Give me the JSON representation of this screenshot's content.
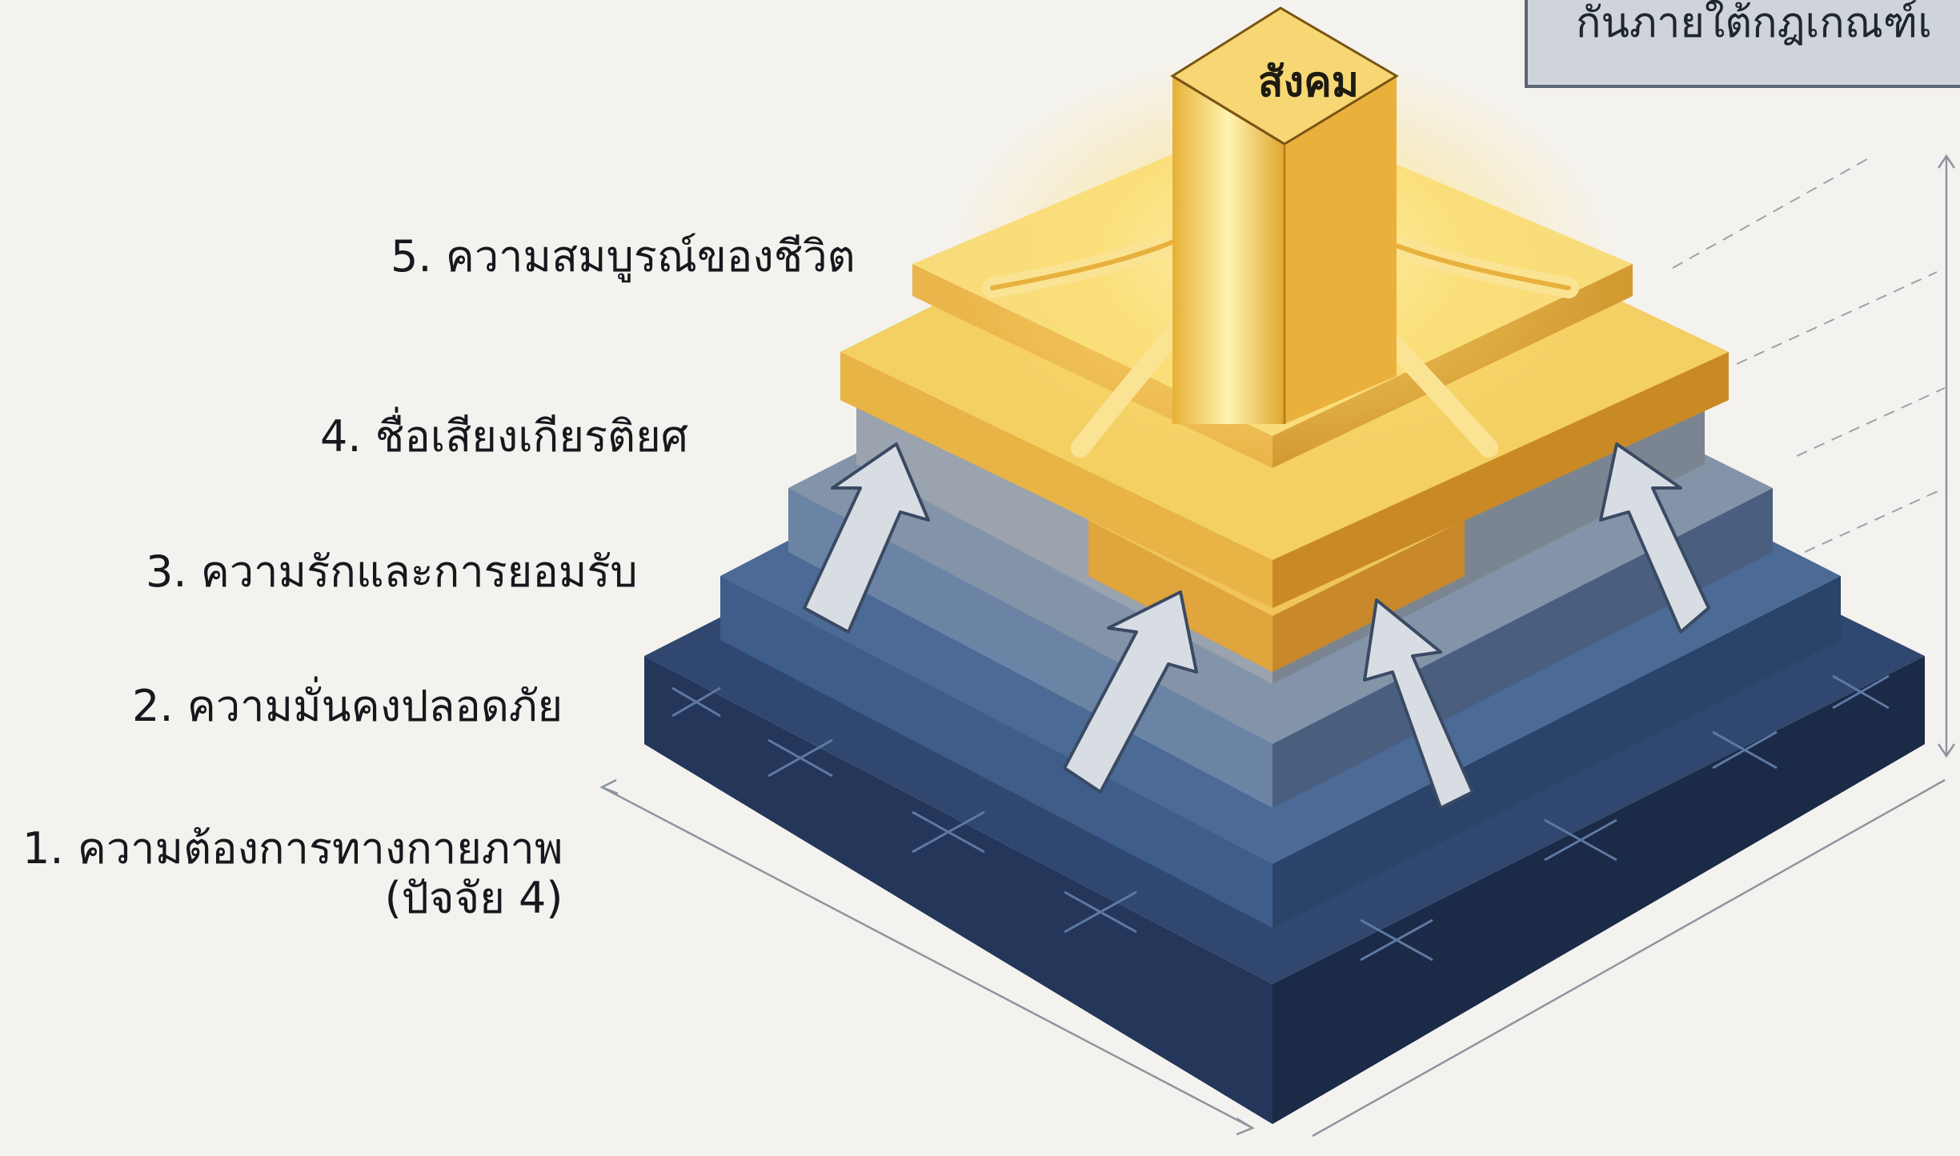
{
  "diagram": {
    "top_label": "สังคม",
    "levels": [
      {
        "number": "5.",
        "label": "ความสมบูรณ์ของชีวิต"
      },
      {
        "number": "4.",
        "label": "ชื่อเสียงเกียรติยศ"
      },
      {
        "number": "3.",
        "label": "ความรักและการยอมรับ"
      },
      {
        "number": "2.",
        "label": "ความมั่นคงปลอดภัย"
      },
      {
        "number": "1.",
        "label": "ความต้องการทางกายภาพ",
        "sublabel": "(ปัจจัย 4)"
      }
    ],
    "info_box_text": "กันภายใต้กฎเกณฑ์เ"
  },
  "colors": {
    "background": "#f4f2ee",
    "gold_light": "#f6d86b",
    "gold": "#e9b640",
    "gold_dark": "#b8801d",
    "gray": "#8a939e",
    "blue_light": "#5c7fa7",
    "blue": "#3b577f",
    "navy": "#223456",
    "navy_dark": "#141f36"
  },
  "icons": [
    "up-arrow-icon",
    "sun-glow-icon"
  ]
}
